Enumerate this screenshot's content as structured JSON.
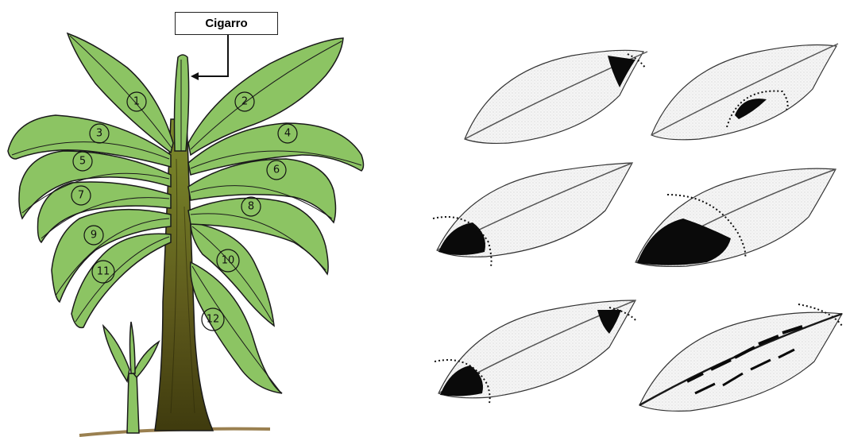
{
  "plant_diagram": {
    "cigar_label": "Cigarro",
    "leaf_numbers": [
      "1",
      "2",
      "3",
      "4",
      "5",
      "6",
      "7",
      "8",
      "9",
      "10",
      "11",
      "12"
    ]
  },
  "colors": {
    "leaf_fill": "#8cc463",
    "leaf_dark": "#6aa447",
    "stem_fill": "#6b7a2a",
    "stem_dark": "#4a4a12",
    "outline": "#1a1a1a",
    "ground": "#d9c9a0",
    "infection": "#0a0a0a"
  },
  "infection_stages": [
    {
      "name": "stage-tip"
    },
    {
      "name": "stage-midrib"
    },
    {
      "name": "stage-base"
    },
    {
      "name": "stage-base-advanced"
    },
    {
      "name": "stage-tip-and-base"
    },
    {
      "name": "stage-streaks"
    }
  ]
}
